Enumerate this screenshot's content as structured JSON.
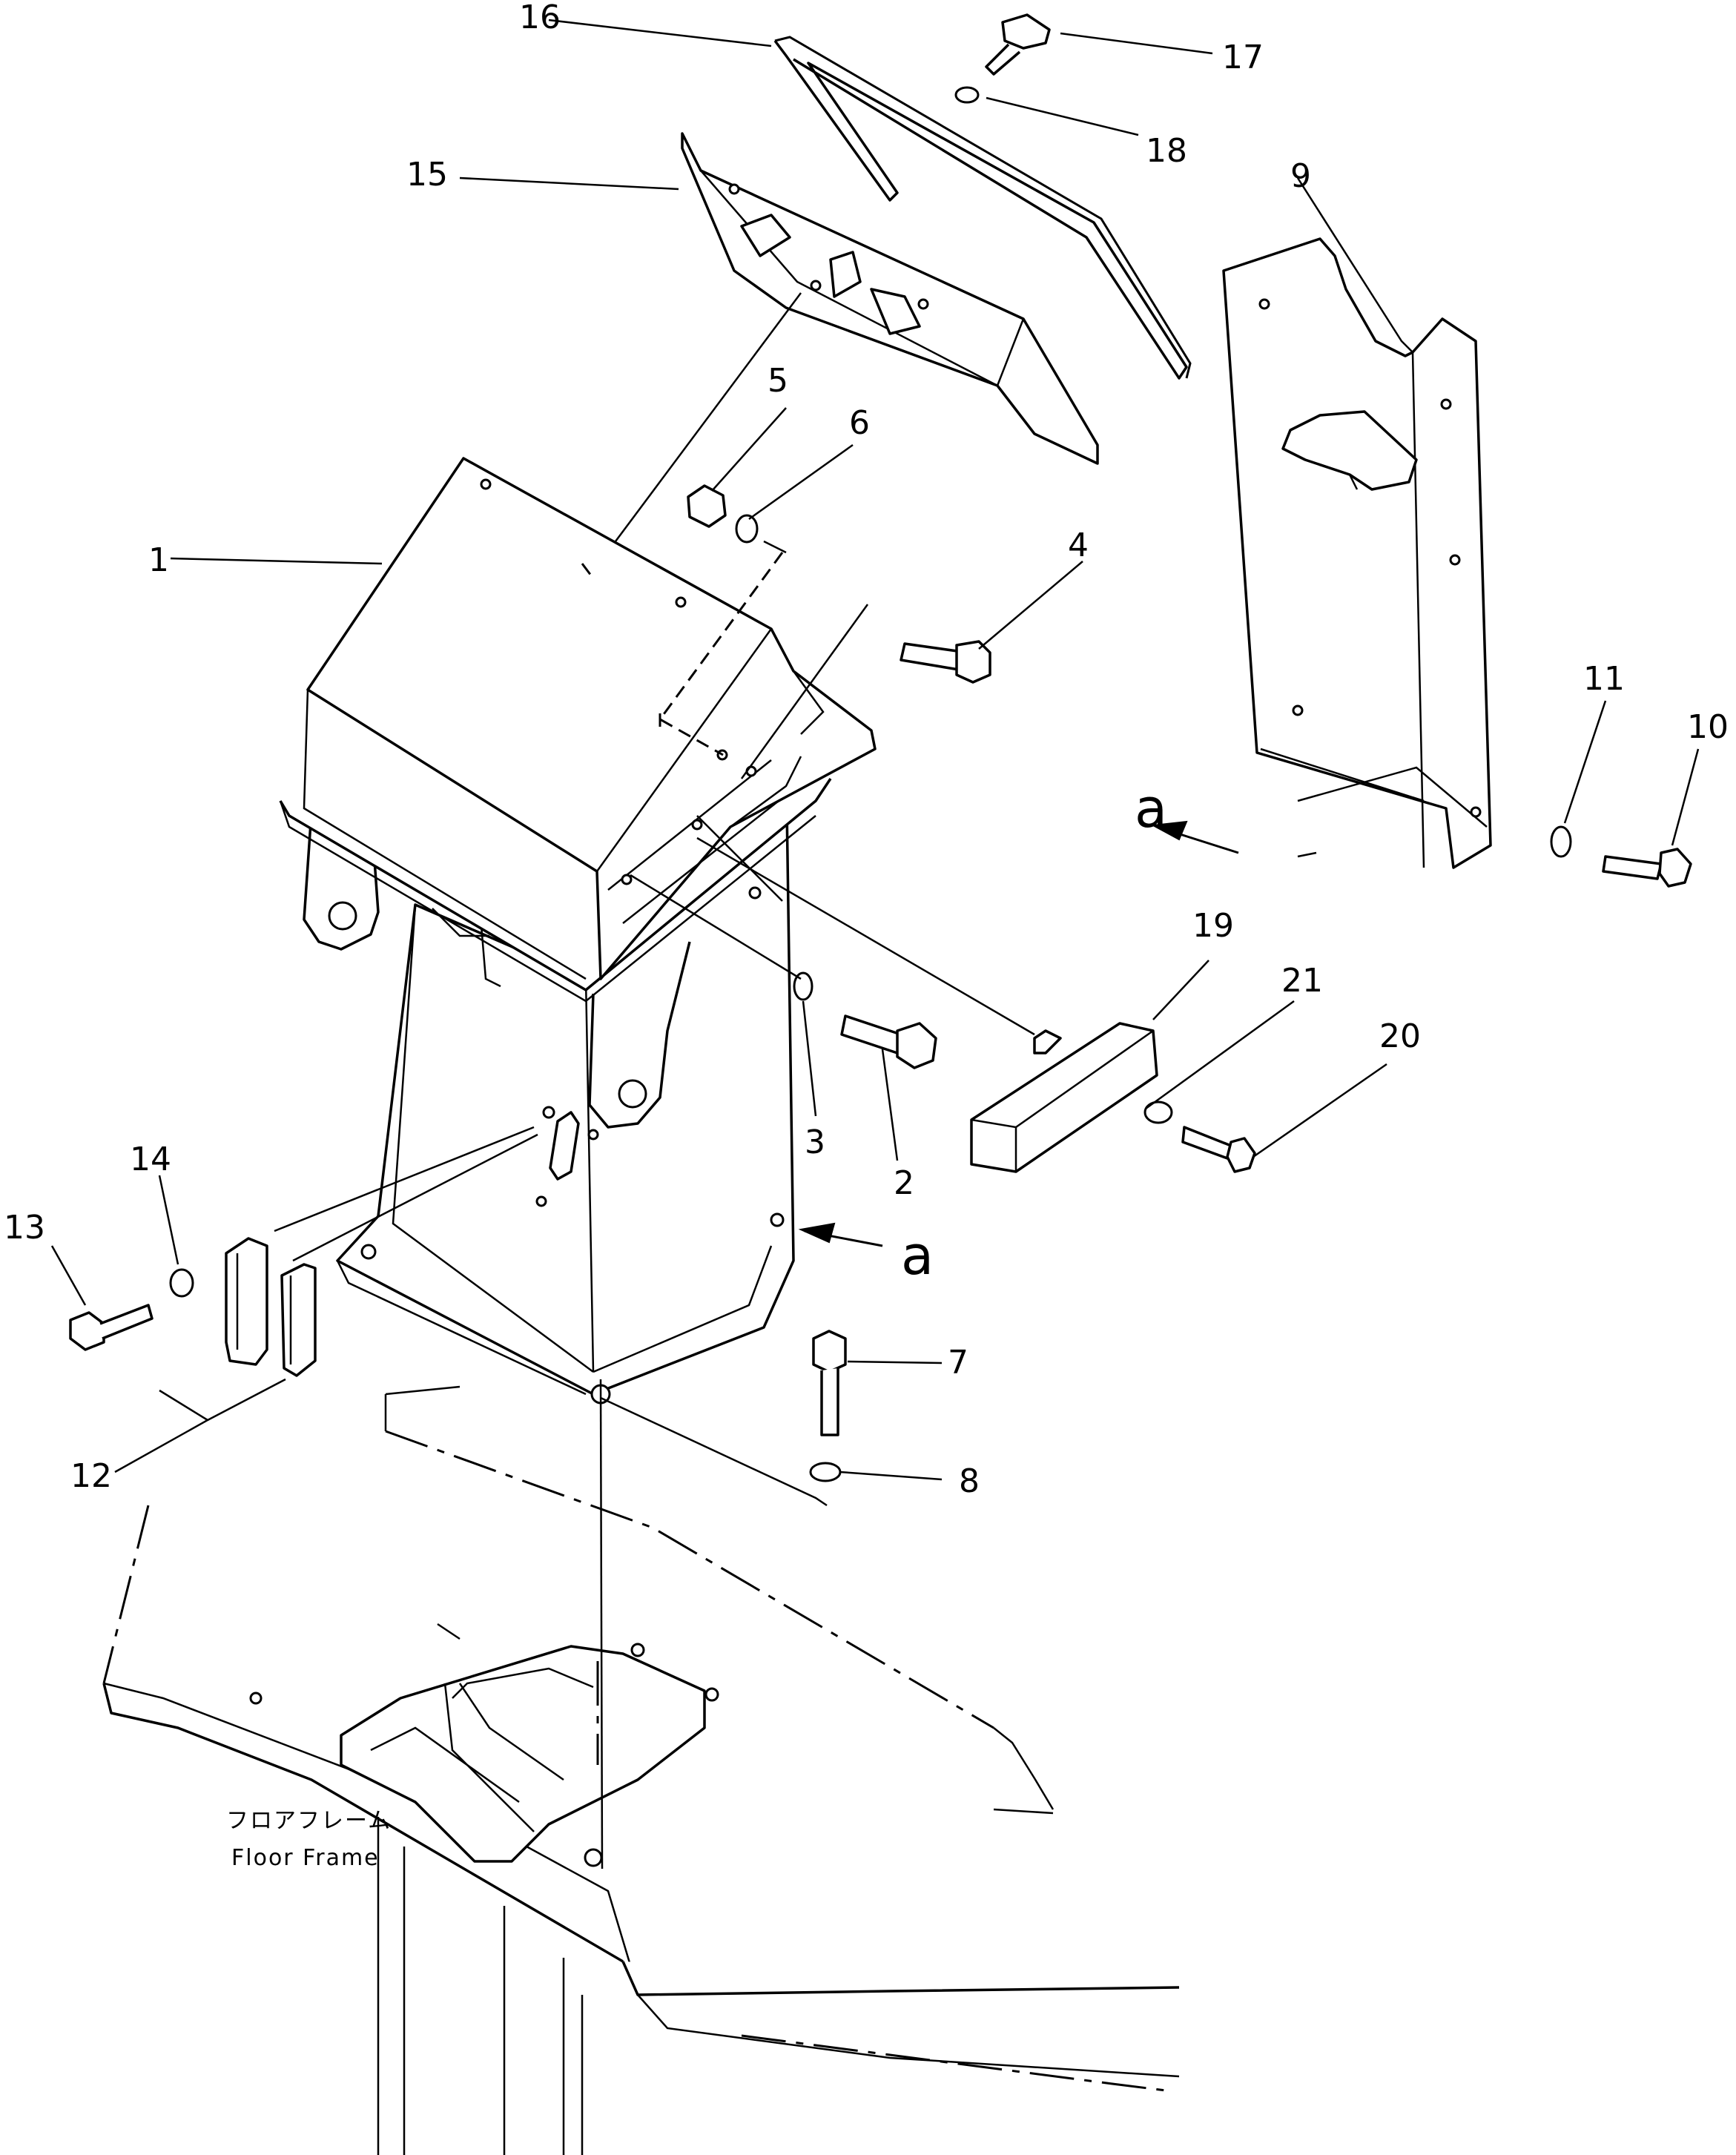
{
  "labels": {
    "l1": "1",
    "l2": "2",
    "l3": "3",
    "l4": "4",
    "l5": "5",
    "l6": "6",
    "l7": "7",
    "l8": "8",
    "l9": "9",
    "l10": "10",
    "l11": "11",
    "l12": "12",
    "l13": "13",
    "l14": "14",
    "l15": "15",
    "l16": "16",
    "l17": "17",
    "l18": "18",
    "l19": "19",
    "l20": "20",
    "l21": "21"
  },
  "view_marker": {
    "upper": "a",
    "lower": "a"
  },
  "floor_frame": {
    "japanese": "フロアフレーム",
    "english": "Floor Frame"
  }
}
